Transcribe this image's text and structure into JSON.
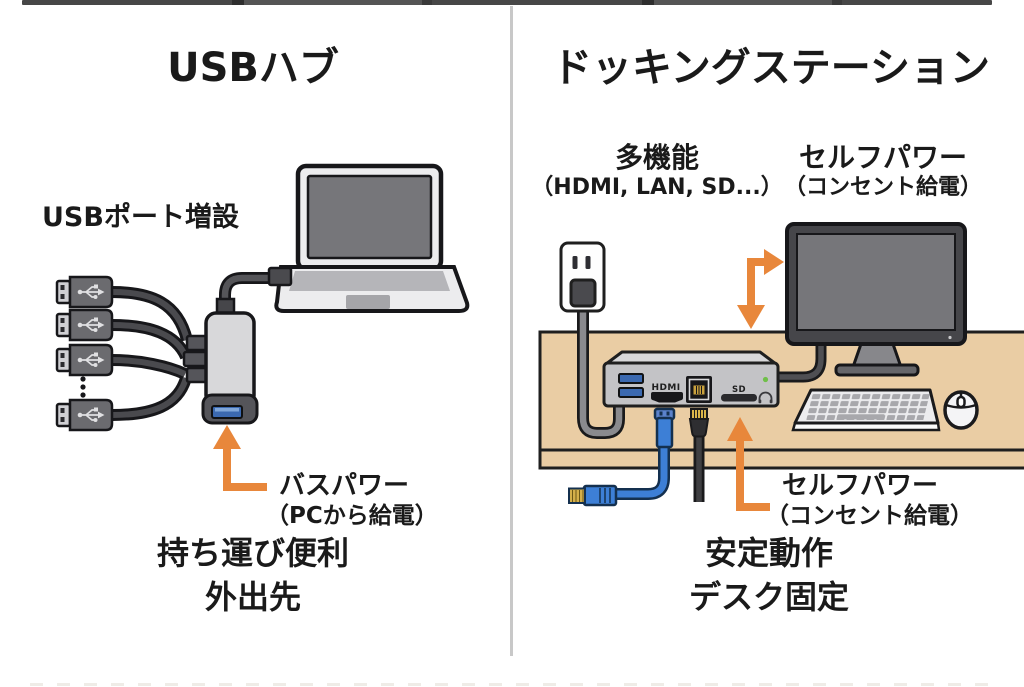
{
  "meta": {
    "accent_orange": "#E8873B",
    "divider_color": "#c8c8c8",
    "desk_color": "#EACDA4",
    "background": "#ffffff"
  },
  "left_panel": {
    "title": "USBハブ",
    "port_label": "USBポート増設",
    "power": {
      "label": "バスパワー",
      "sub": "（PCから給電）"
    },
    "benefits": [
      "持ち運び便利",
      "外出先"
    ],
    "illustration": "laptop connected to a vertical USB hub with four USB plugs and an orange arrow pointing at the hub's powered port"
  },
  "right_panel": {
    "title": "ドッキングステーション",
    "feature": {
      "label": "多機能",
      "sub": "（HDMI, LAN, SD...）"
    },
    "self_power_top": {
      "label": "セルフパワー",
      "sub": "（コンセント給電）"
    },
    "self_power_bottom": {
      "label": "セルフパワー",
      "sub": "（コンセント給電）"
    },
    "benefits": [
      "安定動作",
      "デスク固定"
    ],
    "dock": {
      "hdmi_label": "HDMI",
      "sd_label": "SD"
    }
  }
}
